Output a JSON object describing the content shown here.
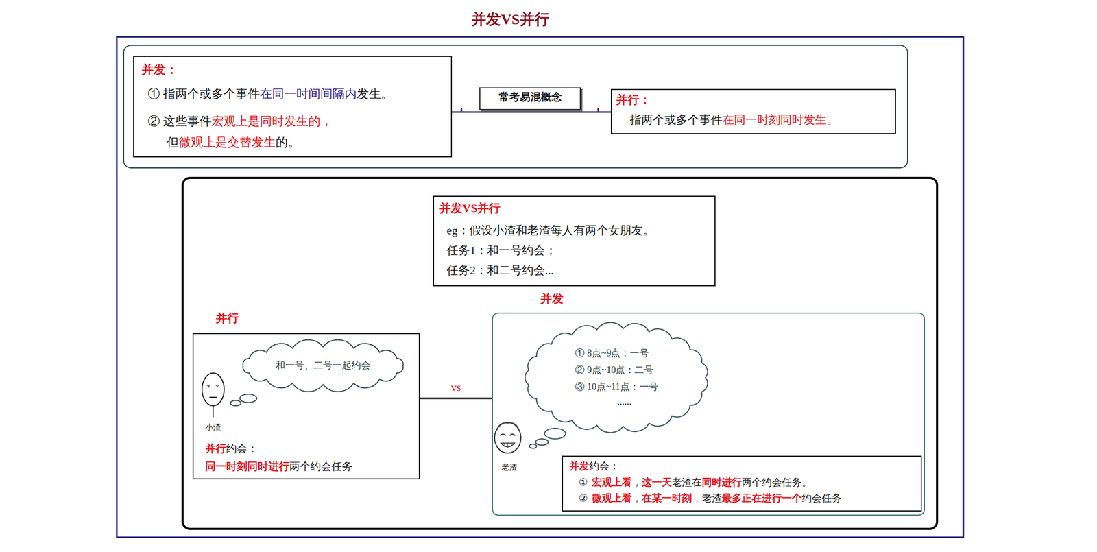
{
  "diagram": {
    "title": "并发VS并行",
    "nodes": [
      {
        "text": [
          "并发：",
          "① 指两个或多个事件",
          "在同一时间间隔内",
          "发生。",
          "② 这些事件",
          "宏观上是同时发生的，",
          "但",
          "微观上是交替发生",
          "的。"
        ]
      },
      {
        "text": [
          "常考易混概念"
        ]
      },
      {
        "text": [
          "并行：",
          "指两个或多个事件",
          "在同一时刻同时发生。"
        ]
      },
      {
        "text": [
          "并发VS并行",
          "eg：假设小渣和老渣每人有两个女朋友。",
          "任务1：和一号约会；",
          "任务2：和二号约会..."
        ]
      },
      {
        "text": [
          "并行",
          "小渣",
          "并行",
          "约会：",
          "同一时刻同时进行",
          "两个约会任务"
        ]
      },
      {
        "text": [
          "和一号、二号一起约会"
        ],
        "in": 4
      },
      {
        "text": [
          "并发",
          "老渣"
        ]
      },
      {
        "text": [
          "① 8点~9点：一号",
          "② 9点~10点：二号",
          "③ 10点~11点：一号",
          "......"
        ],
        "in": 6
      },
      {
        "text": [
          "并发",
          "约会：",
          "①",
          "宏观上看",
          "，",
          "这一天",
          "老渣在",
          "同时进行",
          "两个约会任务。",
          "②",
          "微观上看",
          "，",
          "在某一时刻",
          "，老渣",
          "最多正在进行一个",
          "约会任务"
        ],
        "in": 6
      }
    ],
    "edges": [
      {
        "from": 0,
        "to": 2,
        "arrow": "none"
      },
      {
        "from": 4,
        "to": 6,
        "label": "vs",
        "arrow": "none"
      }
    ]
  }
}
